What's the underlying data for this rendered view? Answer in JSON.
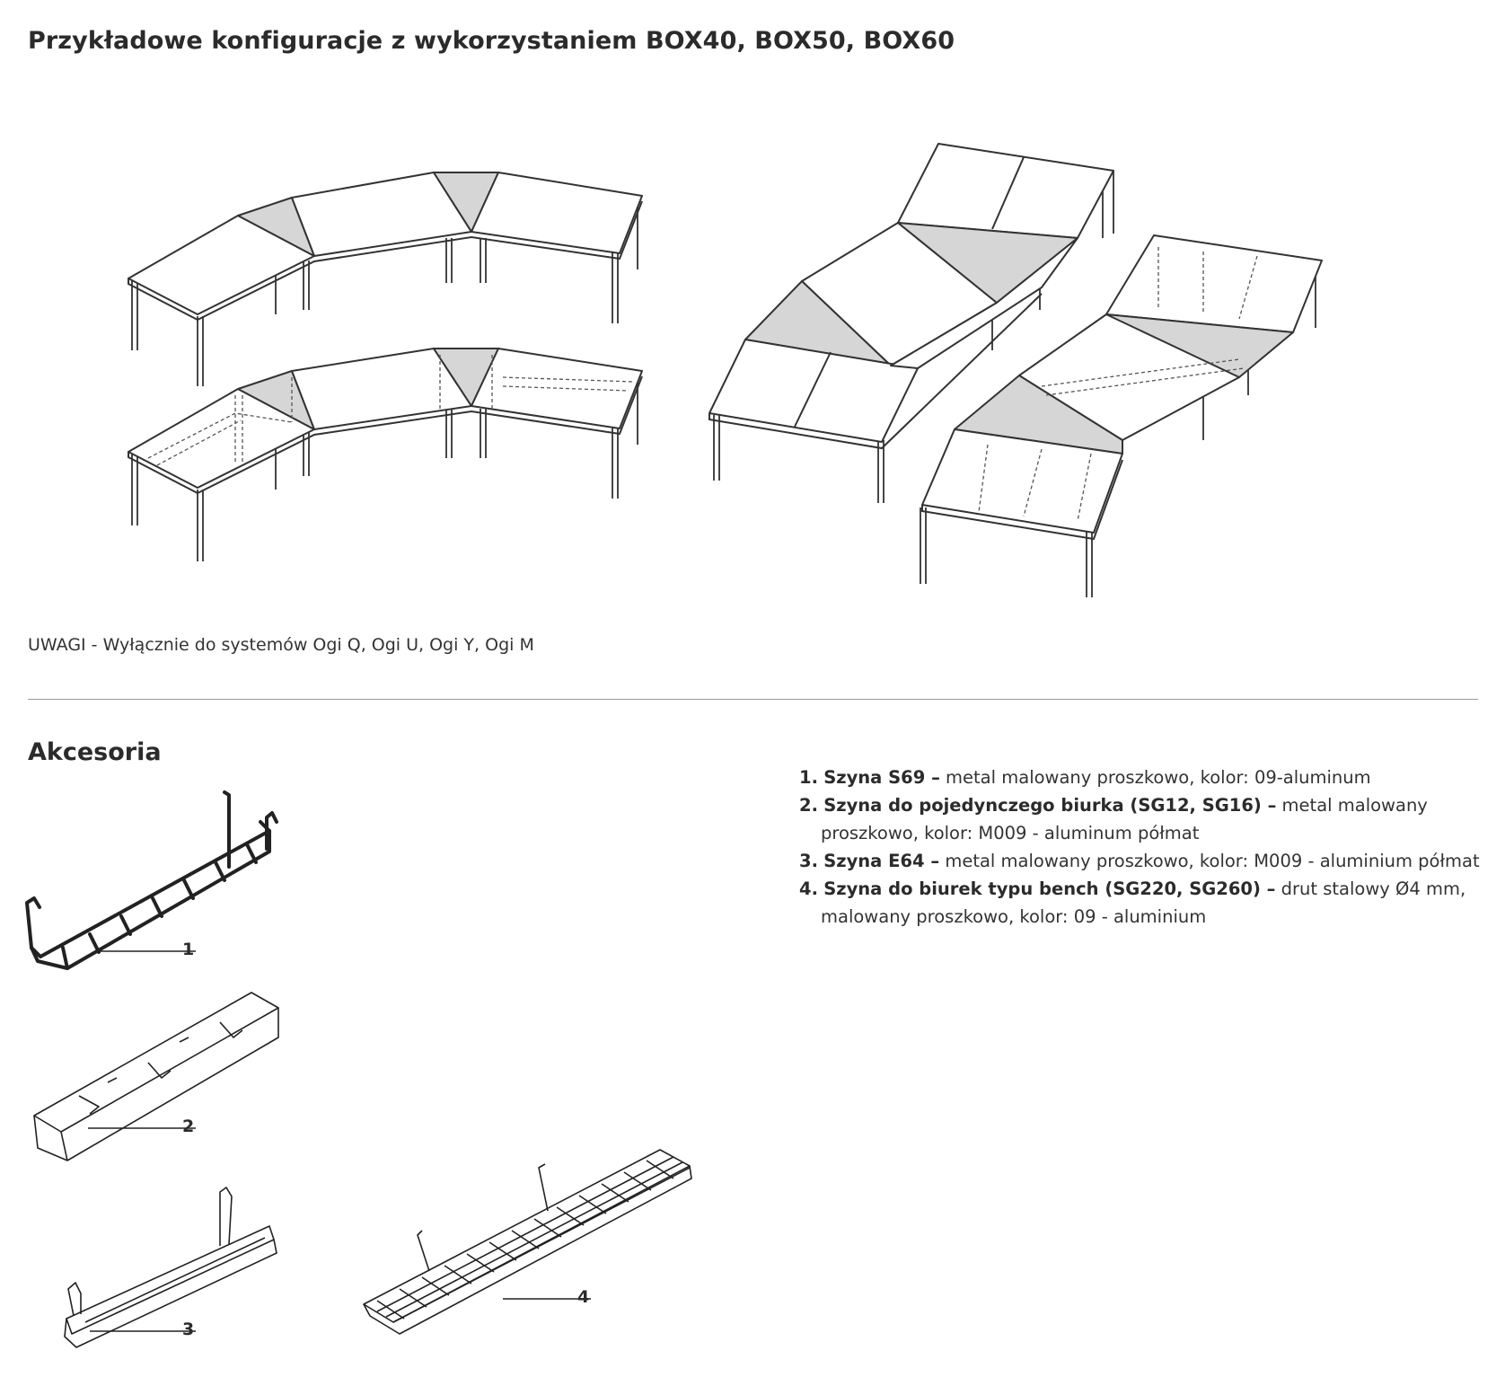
{
  "header": {
    "title": "Przykładowe konfiguracje z wykorzystaniem BOX40, BOX50, BOX60"
  },
  "notes": {
    "text": "UWAGI - Wyłącznie do systemów Ogi Q, Ogi U, Ogi Y, Ogi M"
  },
  "accessories": {
    "title": "Akcesoria",
    "items": [
      {
        "number": "1.",
        "name": "Szyna S69 –",
        "desc": " metal malowany proszkowo, kolor: 09-aluminum"
      },
      {
        "number": "2.",
        "name": "Szyna do pojedynczego biurka (SG12, SG16) –",
        "desc": " metal malowany proszkowo, kolor: M009 - aluminum półmat"
      },
      {
        "number": "3.",
        "name": "Szyna E64 –",
        "desc": " metal malowany proszkowo, kolor: M009 - aluminium półmat"
      },
      {
        "number": "4.",
        "name": "Szyna do biurek typu bench (SG220, SG260) –",
        "desc": " drut stalowy Ø4 mm, malowany proszkowo, kolor: 09 - aluminium"
      }
    ],
    "callouts": [
      "1",
      "2",
      "3",
      "4"
    ]
  },
  "colors": {
    "connector_fill": "#d6d6d6",
    "line": "#333333",
    "divider": "#9a9a9a"
  }
}
